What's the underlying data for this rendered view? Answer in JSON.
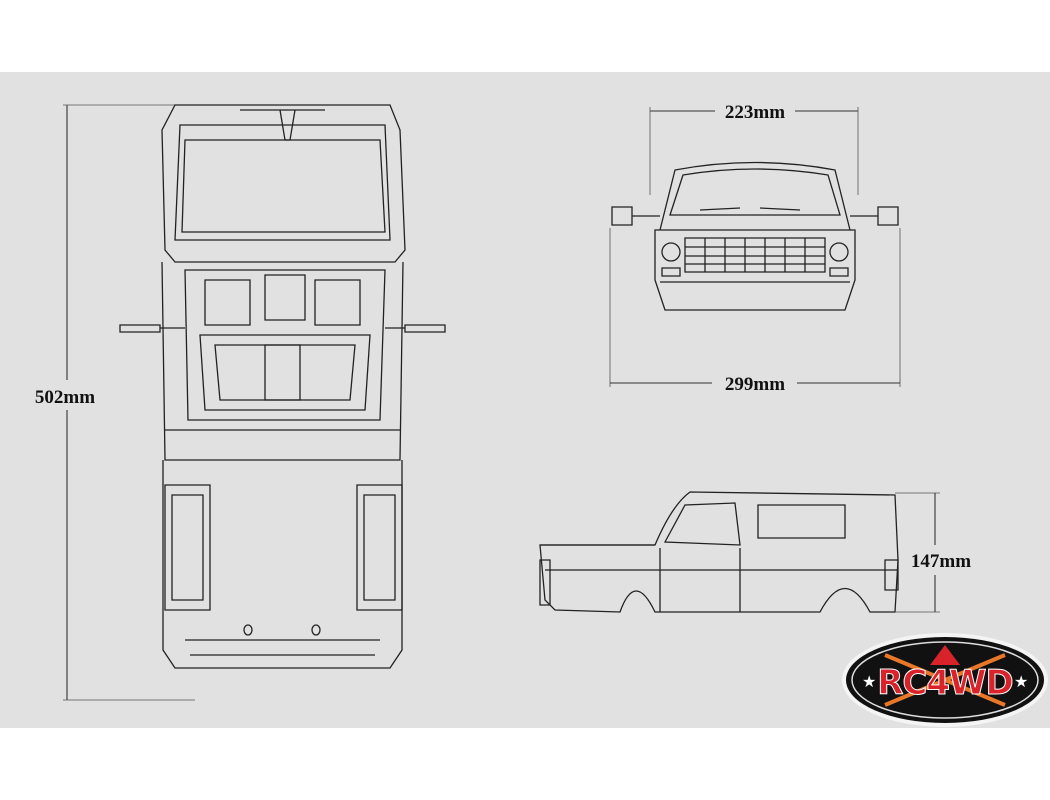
{
  "dimensions": {
    "length": "502mm",
    "front_width": "223mm",
    "overall_width": "299mm",
    "height": "147mm"
  },
  "views": [
    "top-view",
    "front-view",
    "side-view"
  ],
  "logo": {
    "text": "RC4WD",
    "colors": {
      "red": "#d8232a",
      "black": "#111111",
      "orange": "#e8772a"
    }
  },
  "background_color": "#e1e1e1"
}
